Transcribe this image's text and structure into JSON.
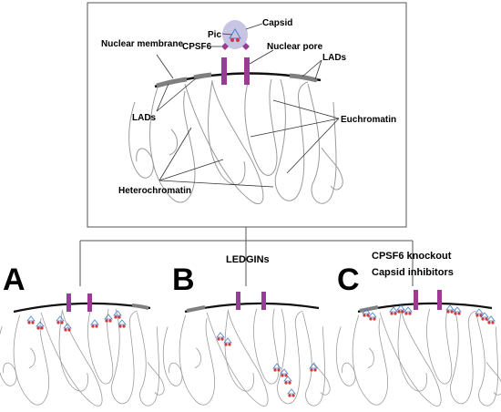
{
  "top_panel": {
    "labels": {
      "pic": "Pic",
      "capsid": "Capsid",
      "nuclear_membrane": "Nuclear membrane",
      "cpsf6": "CPSF6",
      "nuclear_pore": "Nuclear pore",
      "lads_right": "LADs",
      "lads_left": "LADs",
      "euchromatin": "Euchromatin",
      "heterochromatin": "Heterochromatin"
    }
  },
  "panels": [
    {
      "letter": "A",
      "caption_lines": []
    },
    {
      "letter": "B",
      "caption_lines": [
        "LEDGINs"
      ]
    },
    {
      "letter": "C",
      "caption_lines": [
        "CPSF6 knockout",
        "Capsid inhibitors"
      ]
    }
  ],
  "colors": {
    "pore": "#9b3c94",
    "capsid": "#c8c4e4",
    "cpsf6": "#9b3c94",
    "provirus_red": "#d23a3a",
    "provirus_blue": "#4a7ec8",
    "membrane": "#111111",
    "lad_gray": "#7f7f7f",
    "chromatin_line": "#9a9a9a"
  }
}
